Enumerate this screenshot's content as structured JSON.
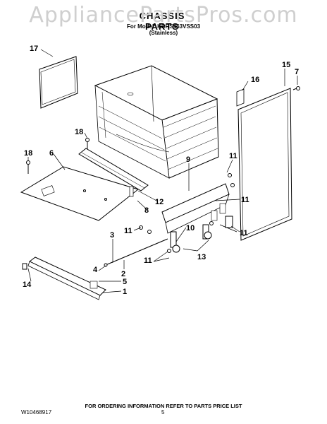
{
  "watermark": "AppliancePartsPros.com",
  "header": {
    "title": "CHASSIS PARTS",
    "model_line": "For Model: KDRS463VSS03",
    "finish": "(Stainless)"
  },
  "callouts": [
    "1",
    "2",
    "3",
    "4",
    "5",
    "6",
    "7",
    "8",
    "9",
    "10",
    "11",
    "11",
    "11",
    "11",
    "11",
    "12",
    "13",
    "14",
    "15",
    "16",
    "17",
    "18",
    "18"
  ],
  "footer": {
    "note": "FOR ORDERING INFORMATION REFER TO PARTS PRICE LIST",
    "doc_number": "W10468917",
    "page": "5"
  }
}
